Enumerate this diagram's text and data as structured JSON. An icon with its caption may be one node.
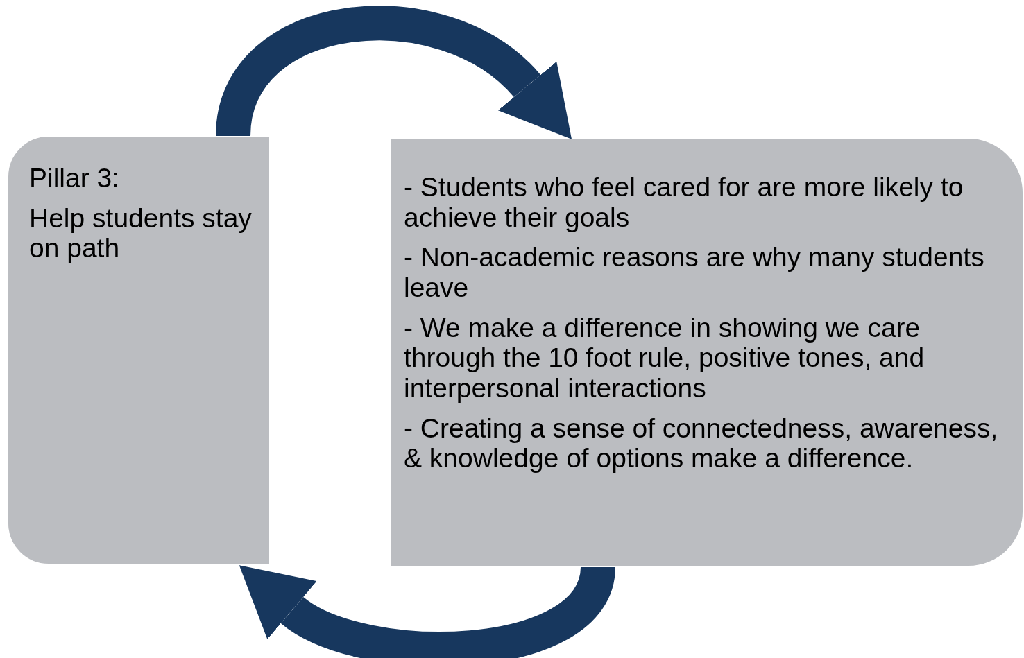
{
  "diagram": {
    "nodes": [
      {
        "text": [
          "Pillar 3:",
          "Help students stay on path"
        ]
      },
      {
        "text": [
          "- Students who feel cared for are more likely to achieve their goals",
          "- Non-academic reasons are why many students leave",
          "- We make a difference in showing we care through the 10 foot rule, positive tones, and interpersonal interactions",
          "- Creating a sense of connectedness, awareness, & knowledge of options make a difference."
        ]
      }
    ],
    "edges": [
      {
        "from": 0,
        "to": 1,
        "arrow": "to"
      },
      {
        "from": 1,
        "to": 0,
        "arrow": "to"
      }
    ]
  }
}
